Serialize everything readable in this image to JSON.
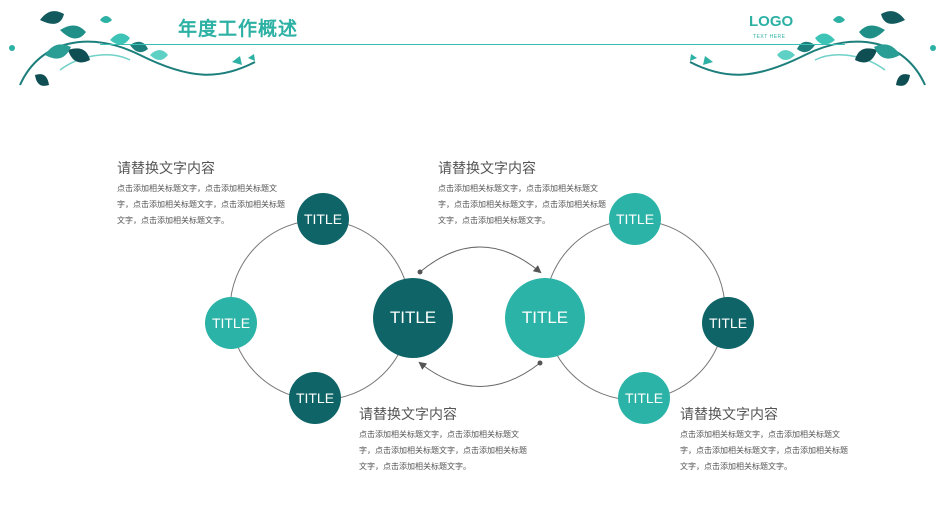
{
  "header": {
    "title": "年度工作概述",
    "logo": "LOGO",
    "logo_sub": "TEXT HERE"
  },
  "nodes": {
    "left_top": "TITLE",
    "left_side": "TITLE",
    "left_bottom": "TITLE",
    "center_left": "TITLE",
    "center_right": "TITLE",
    "right_top": "TITLE",
    "right_side": "TITLE",
    "right_bottom": "TITLE"
  },
  "text_blocks": [
    {
      "title": "请替换文字内容",
      "body": "点击添加相关标题文字，点击添加相关标题文字，点击添加相关标题文字，点击添加相关标题文字，点击添加相关标题文字。"
    },
    {
      "title": "请替换文字内容",
      "body": "点击添加相关标题文字，点击添加相关标题文字，点击添加相关标题文字，点击添加相关标题文字，点击添加相关标题文字。"
    },
    {
      "title": "请替换文字内容",
      "body": "点击添加相关标题文字，点击添加相关标题文字，点击添加相关标题文字，点击添加相关标题文字，点击添加相关标题文字。"
    },
    {
      "title": "请替换文字内容",
      "body": "点击添加相关标题文字，点击添加相关标题文字，点击添加相关标题文字，点击添加相关标题文字，点击添加相关标题文字。"
    }
  ],
  "colors": {
    "dark_teal": "#0f6468",
    "light_teal": "#2cb3a7",
    "accent": "#2cb1a4"
  }
}
